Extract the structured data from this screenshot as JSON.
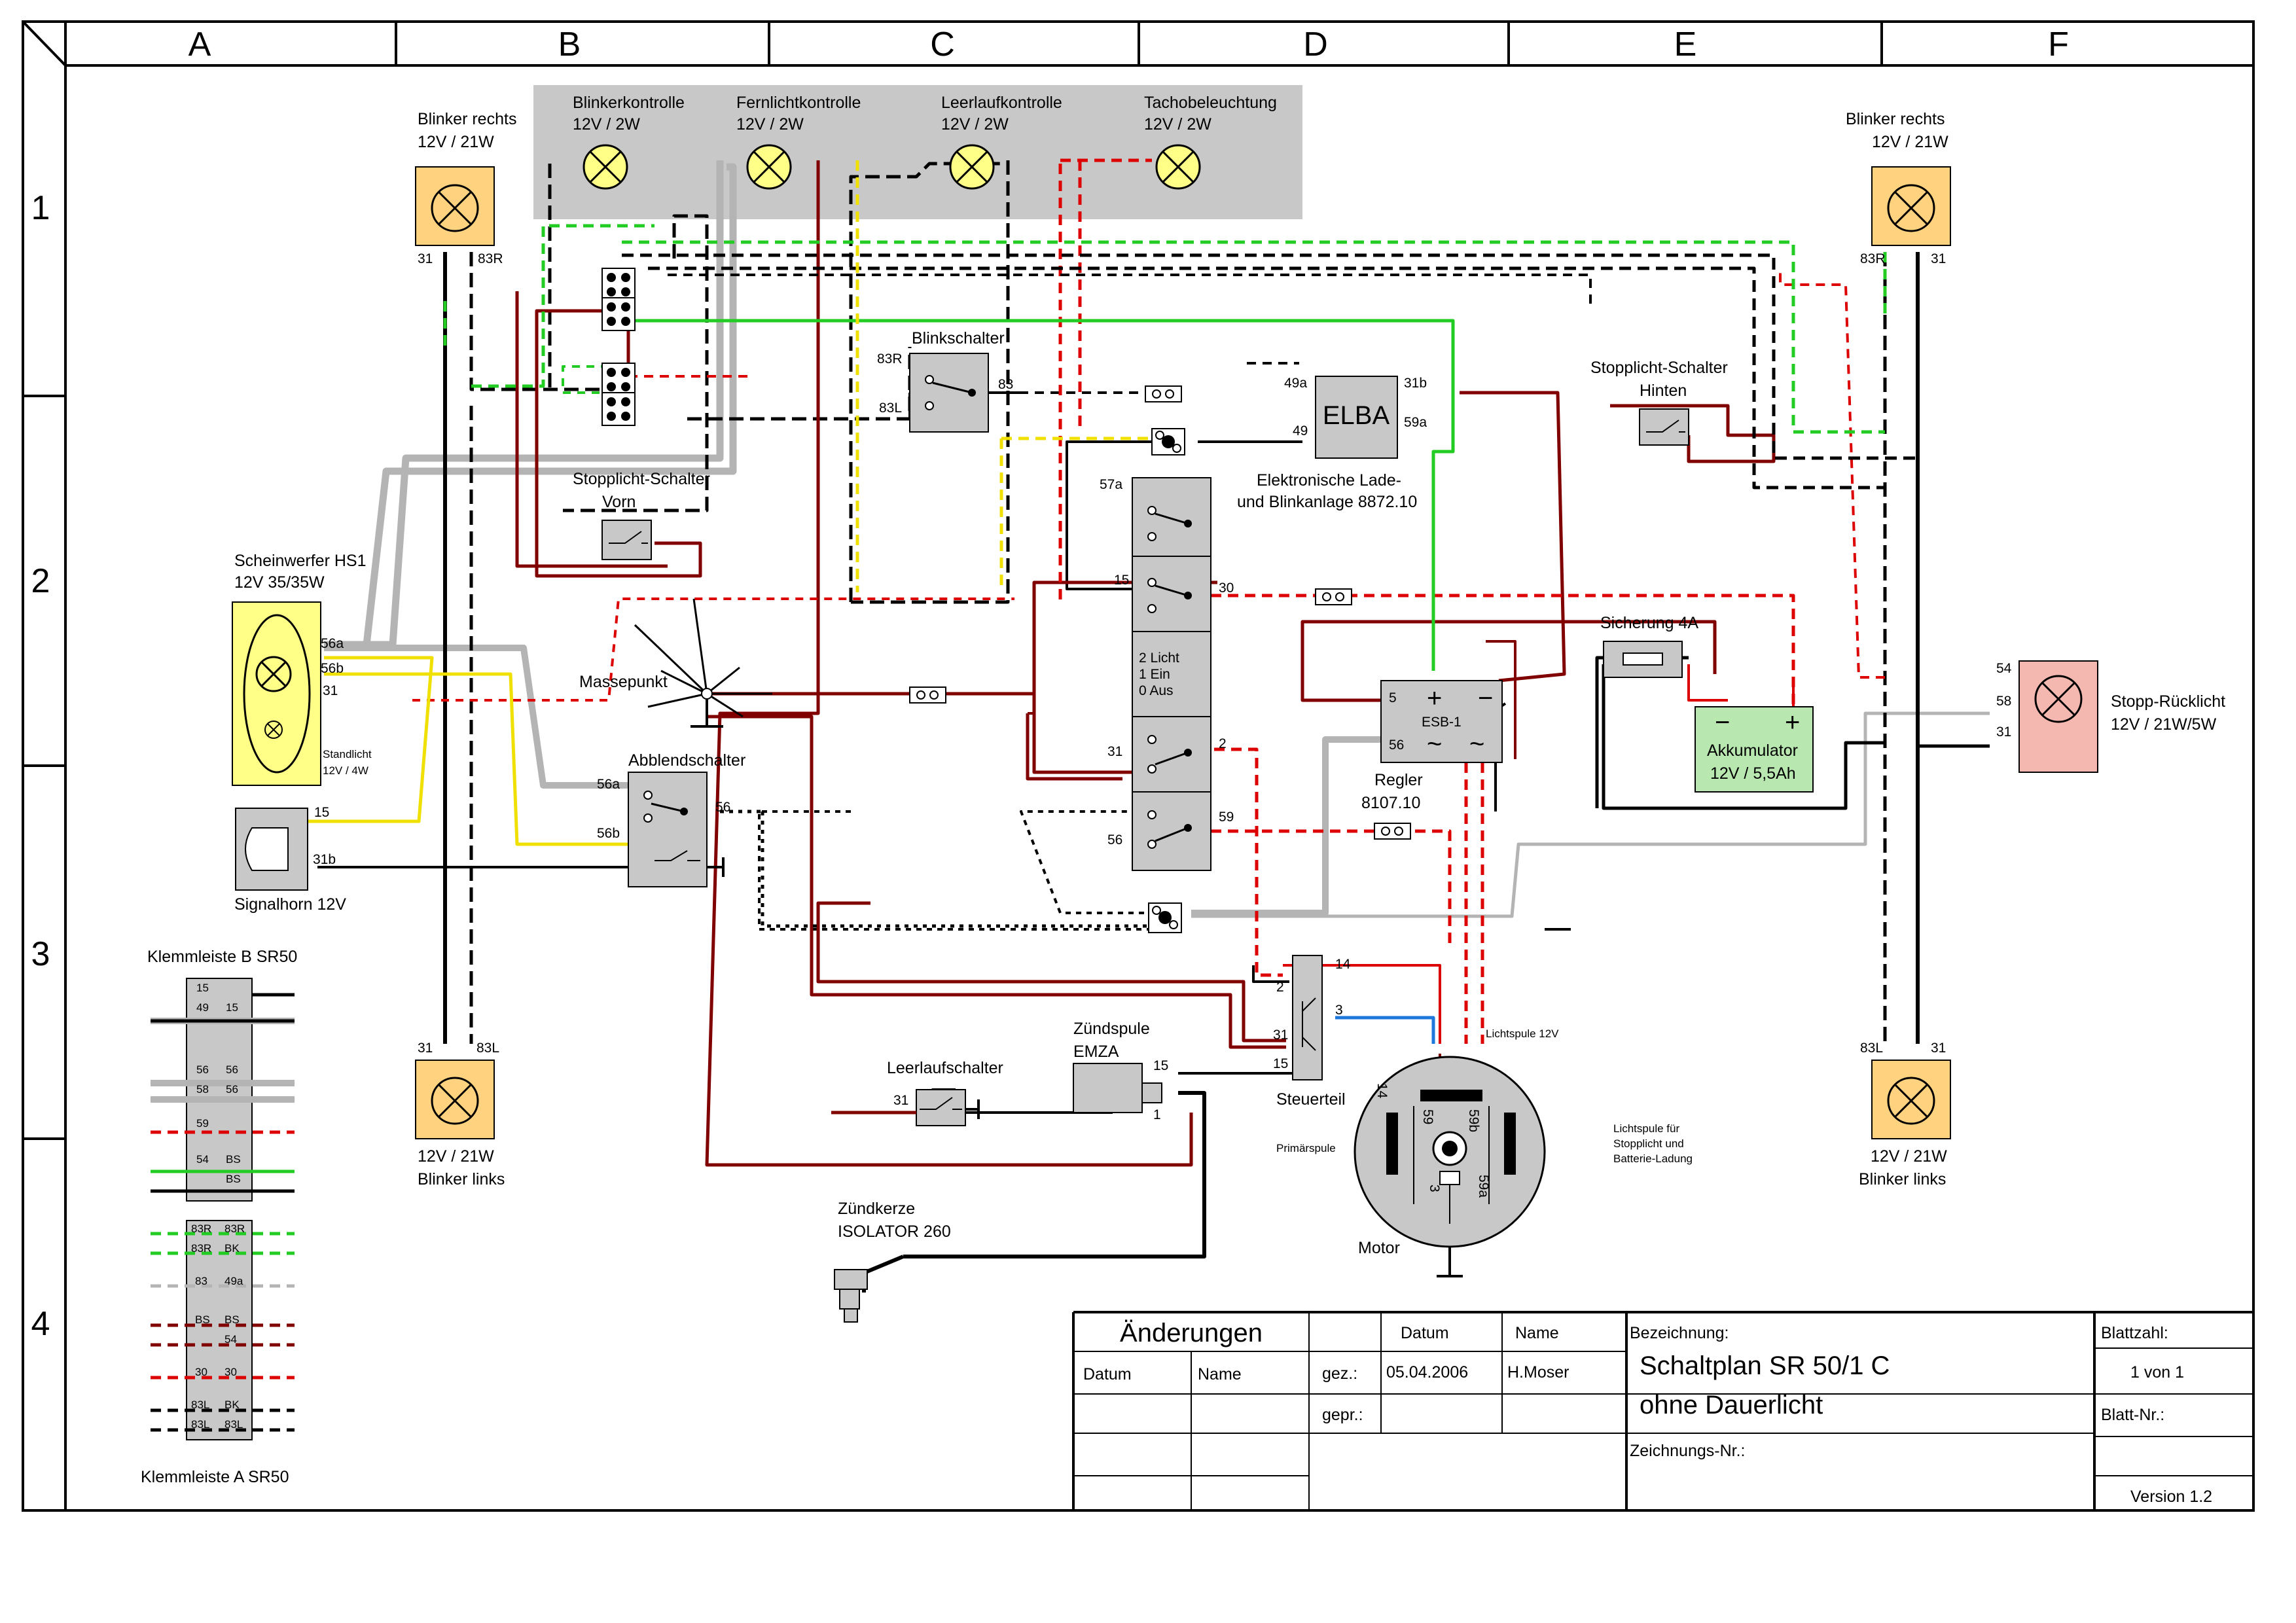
{
  "grid": {
    "columns": [
      "A",
      "B",
      "C",
      "D",
      "E",
      "F"
    ],
    "rows": [
      "1",
      "2",
      "3",
      "4"
    ]
  },
  "lamps": {
    "blinkerkontrolle": {
      "name": "Blinkerkontrolle",
      "rating": "12V / 2W"
    },
    "fernlichtkontrolle": {
      "name": "Fernlichtkontrolle",
      "rating": "12V / 2W"
    },
    "leerlaufkontrolle": {
      "name": "Leerlaufkontrolle",
      "rating": "12V / 2W"
    },
    "tachobeleuchtung": {
      "name": "Tachobeleuchtung",
      "rating": "12V / 2W"
    },
    "blinker_rechts_left": {
      "name": "Blinker rechts",
      "rating": "12V / 21W",
      "pin_a": "31",
      "pin_b": "83R"
    },
    "blinker_rechts_right": {
      "name": "Blinker rechts",
      "rating": "12V / 21W",
      "pin_a": "83R",
      "pin_b": "31"
    },
    "blinker_links_left": {
      "name": "Blinker links",
      "rating": "12V / 21W",
      "pin_a": "31",
      "pin_b": "83L"
    },
    "blinker_links_right": {
      "name": "Blinker links",
      "rating": "12V / 21W",
      "pin_a": "83L",
      "pin_b": "31"
    },
    "stopp_ruecklicht": {
      "name": "Stopp-Rücklicht",
      "rating": "12V / 21W/5W",
      "pin_54": "54",
      "pin_58": "58",
      "pin_31": "31"
    }
  },
  "components": {
    "blinkschalter": {
      "name": "Blinkschalter",
      "pin_83r": "83R",
      "pin_83l": "83L",
      "pin_83": "83"
    },
    "elba": {
      "name": "ELBA",
      "desc_1": "Elektronische Lade-",
      "desc_2": "und Blinkanlage 8872.10",
      "pin_49a": "49a",
      "pin_49": "49",
      "pin_31b": "31b",
      "pin_59a": "59a"
    },
    "stopplicht_hinten": {
      "name_1": "Stopplicht-Schalter",
      "name_2": "Hinten"
    },
    "stopplicht_vorn": {
      "name_1": "Stopplicht-Schalter",
      "name_2": "Vorn"
    },
    "scheinwerfer": {
      "name": "Scheinwerfer HS1",
      "rating": "12V 35/35W",
      "pin_56a": "56a",
      "pin_56b": "56b",
      "pin_31": "31",
      "standlicht_1": "Standlicht",
      "standlicht_2": "12V / 4W"
    },
    "signalhorn": {
      "name": "Signalhorn 12V",
      "pin_15": "15",
      "pin_31b": "31b"
    },
    "massepunkt": {
      "name": "Massepunkt"
    },
    "abblendschalter": {
      "name": "Abblendschalter",
      "pin_56a": "56a",
      "pin_56b": "56b",
      "pin_56": "56"
    },
    "zuendschloss": {
      "pin_57a": "57a",
      "pin_15": "15",
      "pin_30": "30",
      "pin_31": "31",
      "pin_2": "2",
      "pin_59": "59",
      "pin_56": "56",
      "pos_1": "2 Licht",
      "pos_2": "1 Ein",
      "pos_3": "0 Aus"
    },
    "sicherung": {
      "name": "Sicherung 4A"
    },
    "akkumulator": {
      "name": "Akkumulator",
      "rating": "12V / 5,5Ah",
      "minus": "−",
      "plus": "+"
    },
    "esb": {
      "name": "ESB-1",
      "pin_5": "5",
      "pin_56": "56",
      "regler_1": "Regler",
      "regler_2": "8107.10"
    },
    "steuerteil": {
      "name": "Steuerteil",
      "pin_14": "14",
      "pin_2": "2",
      "pin_3": "3",
      "pin_31": "31",
      "pin_15": "15"
    },
    "zuendspule": {
      "name": "Zündspule",
      "type": "EMZA",
      "pin_15": "15",
      "pin_1": "1"
    },
    "zuendkerze": {
      "name": "Zündkerze",
      "type": "ISOLATOR 260"
    },
    "leerlaufschalter": {
      "name": "Leerlaufschalter",
      "pin_31": "31"
    },
    "motor": {
      "name": "Motor",
      "lichtspule": "Lichtspule 12V",
      "primaerspule": "Primärspule",
      "pin_14": "14",
      "pin_59": "59",
      "pin_59b": "59b",
      "pin_59a": "59a",
      "pin_3": "3",
      "note_1": "Lichtspule für",
      "note_2": "Stopplicht und",
      "note_3": "Batterie-Ladung"
    }
  },
  "klemmleiste_b": {
    "title": "Klemmleiste B SR50",
    "rows": [
      [
        "",
        "15"
      ],
      [
        "49",
        "15"
      ],
      [
        "",
        ""
      ],
      [
        "56",
        "56"
      ],
      [
        "58",
        "56"
      ],
      [
        "",
        ""
      ],
      [
        "59",
        ""
      ],
      [
        "54",
        "BS"
      ],
      [
        "",
        "BS"
      ]
    ]
  },
  "klemmleiste_a": {
    "title": "Klemmleiste A SR50",
    "rows": [
      [
        "83R",
        "83R"
      ],
      [
        "83R",
        "BK"
      ],
      [
        "",
        ""
      ],
      [
        "83",
        "49a"
      ],
      [
        "",
        ""
      ],
      [
        "BS",
        "BS"
      ],
      [
        "",
        "54"
      ],
      [
        "",
        ""
      ],
      [
        "30",
        "30"
      ],
      [
        "",
        ""
      ],
      [
        "83L",
        "BK"
      ],
      [
        "83L",
        "83L"
      ]
    ]
  },
  "title_block": {
    "aenderungen": "Änderungen",
    "datum_col": "Datum",
    "name_col": "Name",
    "gez": "gez.:",
    "gepr": "gepr.:",
    "gez_datum": "05.04.2006",
    "gez_name": "H.Moser",
    "bezeichnung": "Bezeichnung:",
    "title_1": "Schaltplan SR 50/1 C",
    "title_2": "ohne Dauerlicht",
    "zeichnungs_nr": "Zeichnungs-Nr.:",
    "blattzahl": "Blattzahl:",
    "blattzahl_val": "1 von 1",
    "blatt_nr": "Blatt-Nr.:",
    "version": "Version 1.2"
  },
  "colors": {
    "panel": "#c8c8c8",
    "lamp_yellow": "#ffff88",
    "blinker_orange": "#ffd27f",
    "stopp_pink": "#f4b8b0",
    "akku_green": "#b8e8b0",
    "wire_red": "#dd0000",
    "wire_darkred": "#800000",
    "wire_green": "#22cc22",
    "wire_yellow": "#f0e000",
    "wire_blue": "#1e78dc",
    "wire_grey": "#b4b4b4"
  }
}
